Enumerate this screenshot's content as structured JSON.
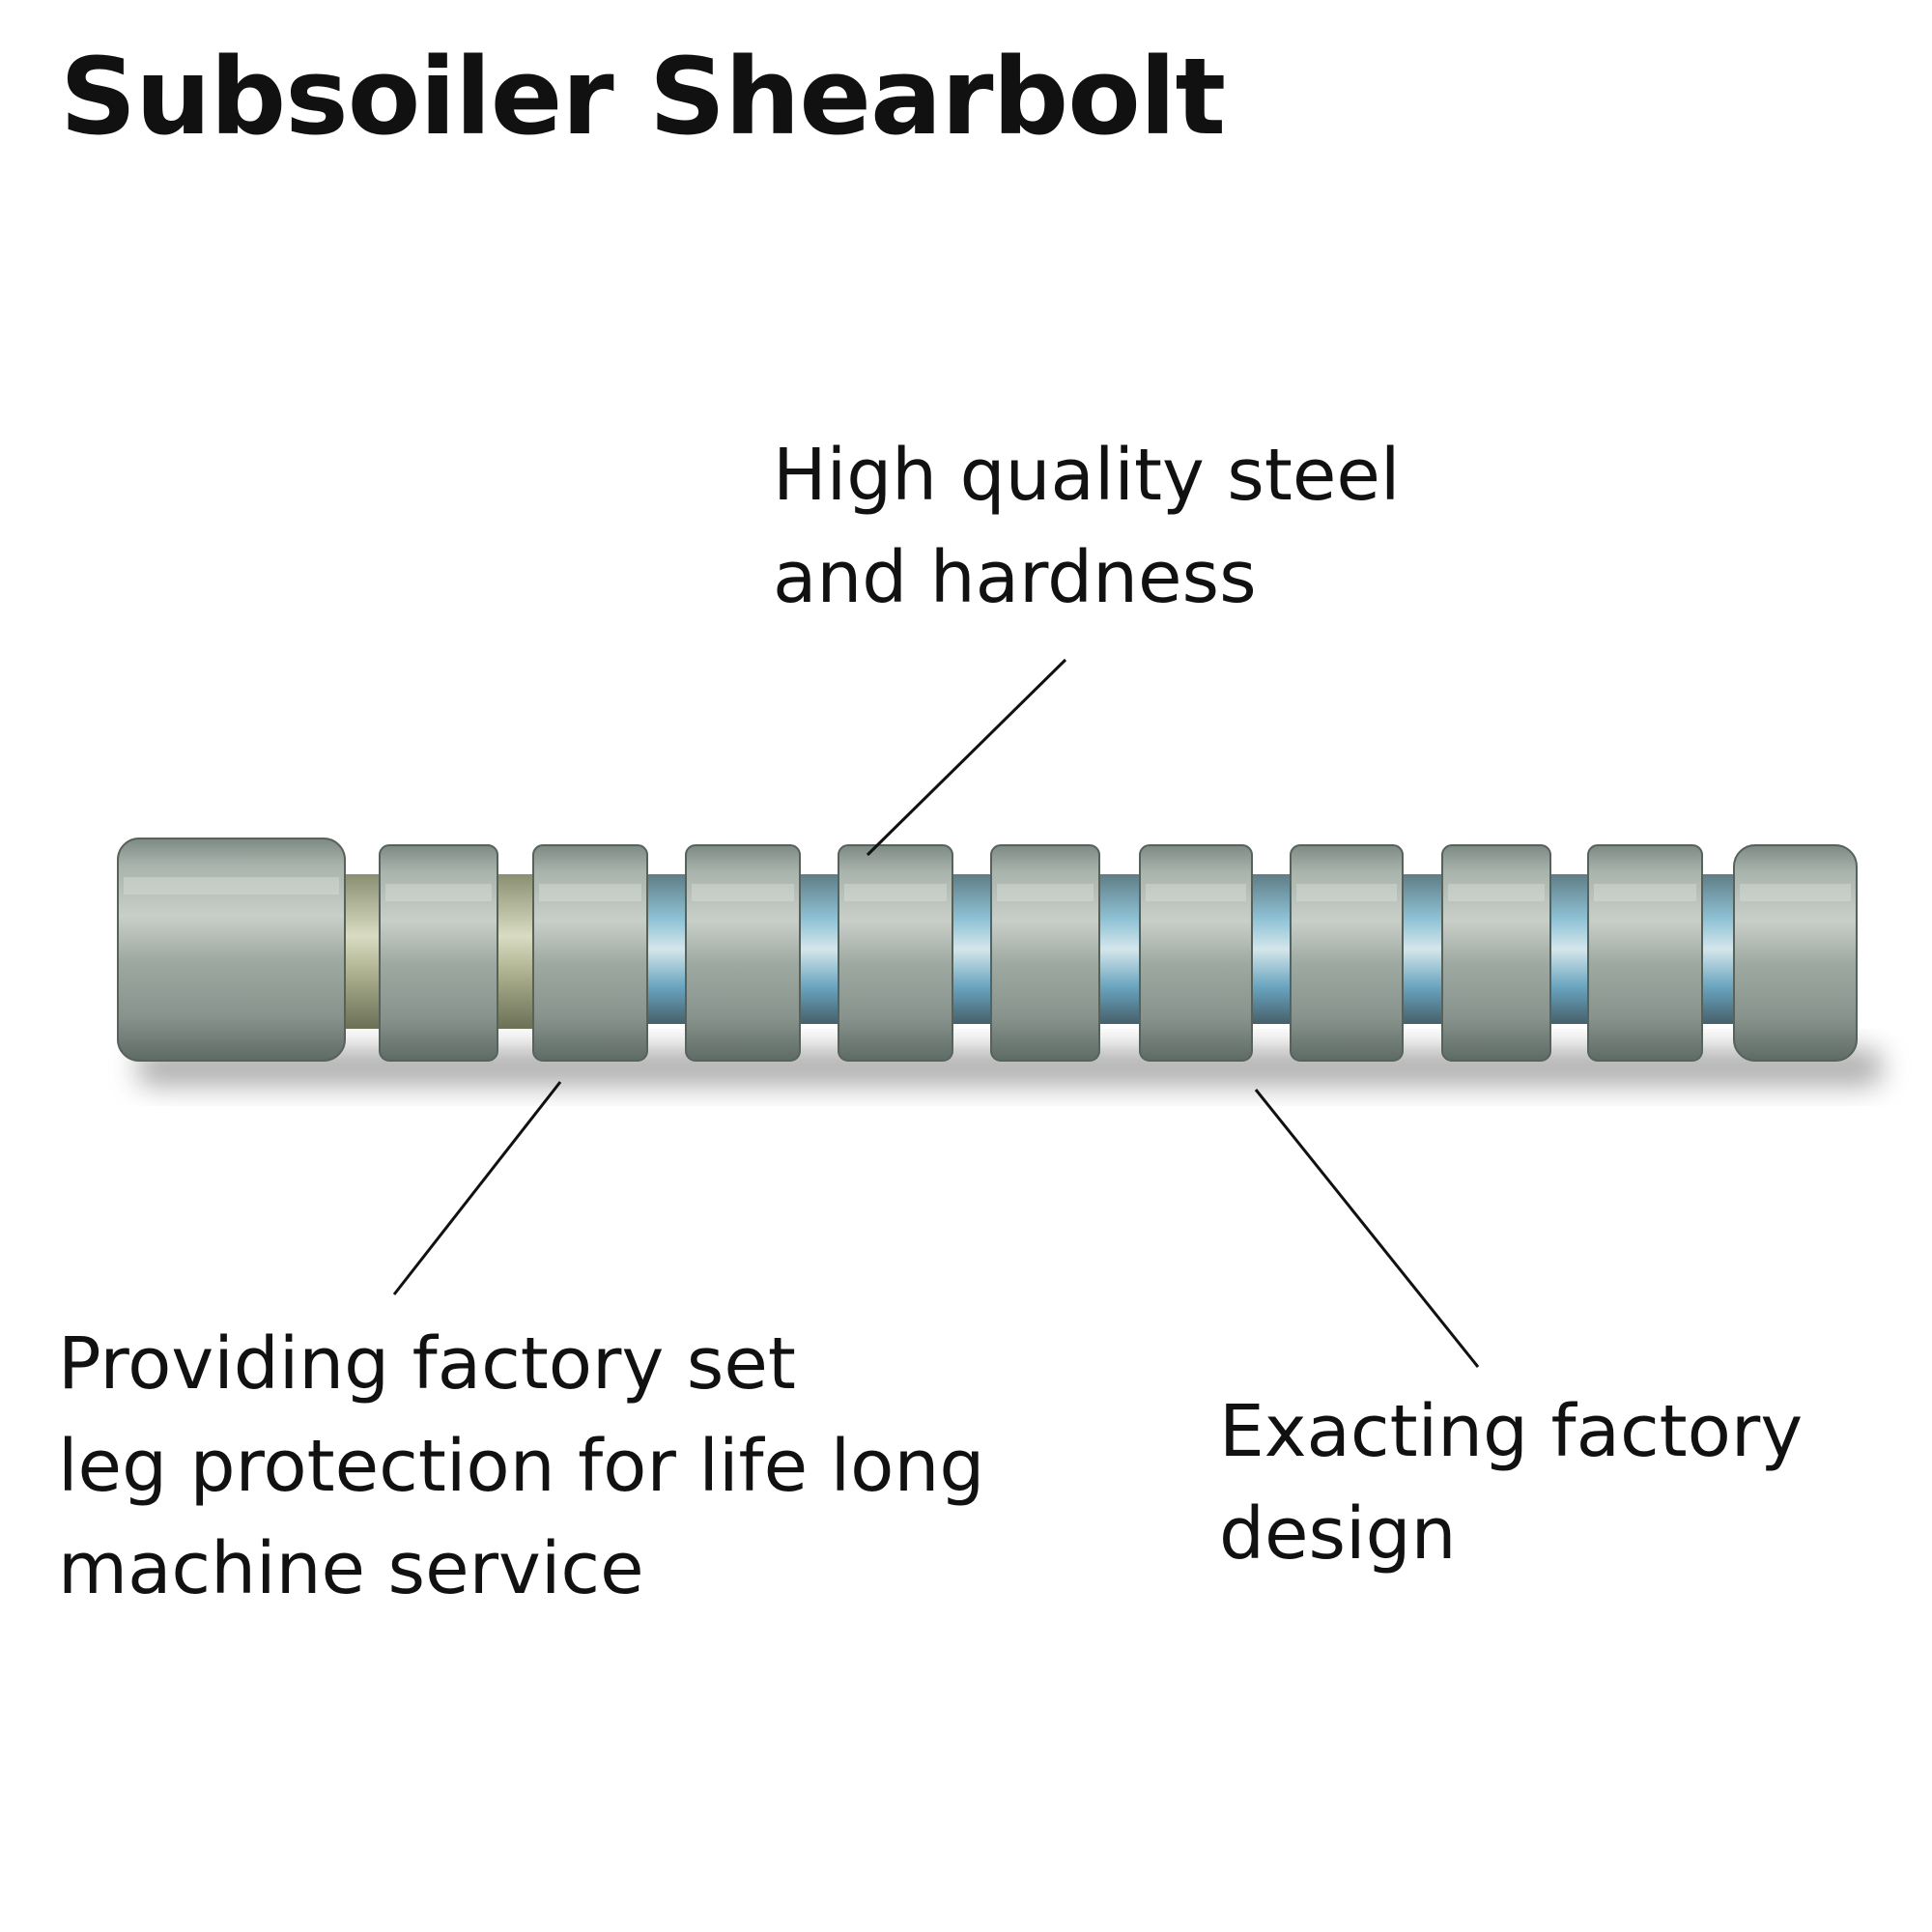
{
  "title": "Subsoiler Shearbolt",
  "callouts": {
    "steel": {
      "lines": [
        "High quality steel",
        "and hardness"
      ]
    },
    "protection": {
      "lines": [
        "Providing factory set",
        "leg protection for life long",
        "machine service"
      ]
    },
    "design": {
      "lines": [
        "Exacting factory",
        "design"
      ]
    }
  },
  "product_image": {
    "icon": "shearbolt-photo",
    "segments": 11
  },
  "colors": {
    "text": "#111111",
    "metal_light": "#c9d0c9",
    "metal_mid": "#9aa69f",
    "metal_dark": "#5c6862",
    "groove_blue": "#6aa5c0"
  }
}
